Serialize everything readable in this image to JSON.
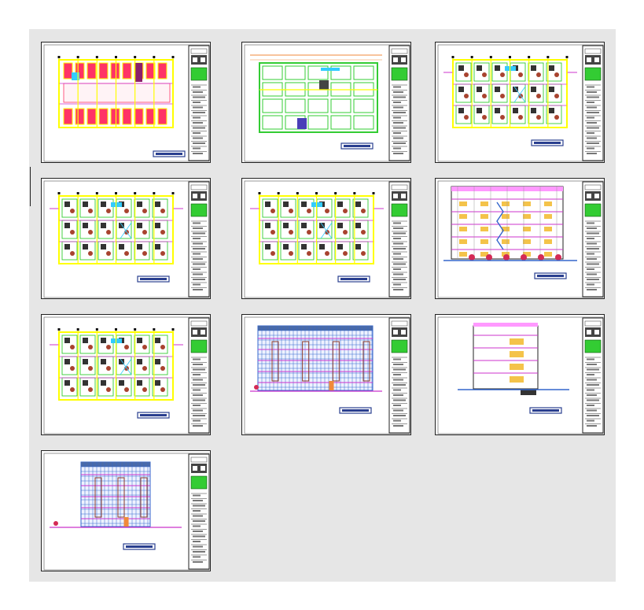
{
  "layout": {
    "columns": 3,
    "rows": 4
  },
  "colors": {
    "background": "#e6e6e6",
    "sheet": "#ffffff",
    "wall": "#ffff00",
    "room_fill": "#ff3366",
    "green": "#33cc33",
    "magenta": "#cc33cc",
    "cyan": "#33ccff",
    "blue": "#3366cc",
    "title_box": "#2a3f8f",
    "frame": "#222222"
  },
  "sheets": [
    {
      "kind": "plan-pink"
    },
    {
      "kind": "plan-green"
    },
    {
      "kind": "plan-furnished"
    },
    {
      "kind": "plan-furnished"
    },
    {
      "kind": "plan-furnished"
    },
    {
      "kind": "section"
    },
    {
      "kind": "plan-furnished"
    },
    {
      "kind": "elevation-wide"
    },
    {
      "kind": "section-small"
    },
    {
      "kind": "elevation-narrow"
    }
  ]
}
